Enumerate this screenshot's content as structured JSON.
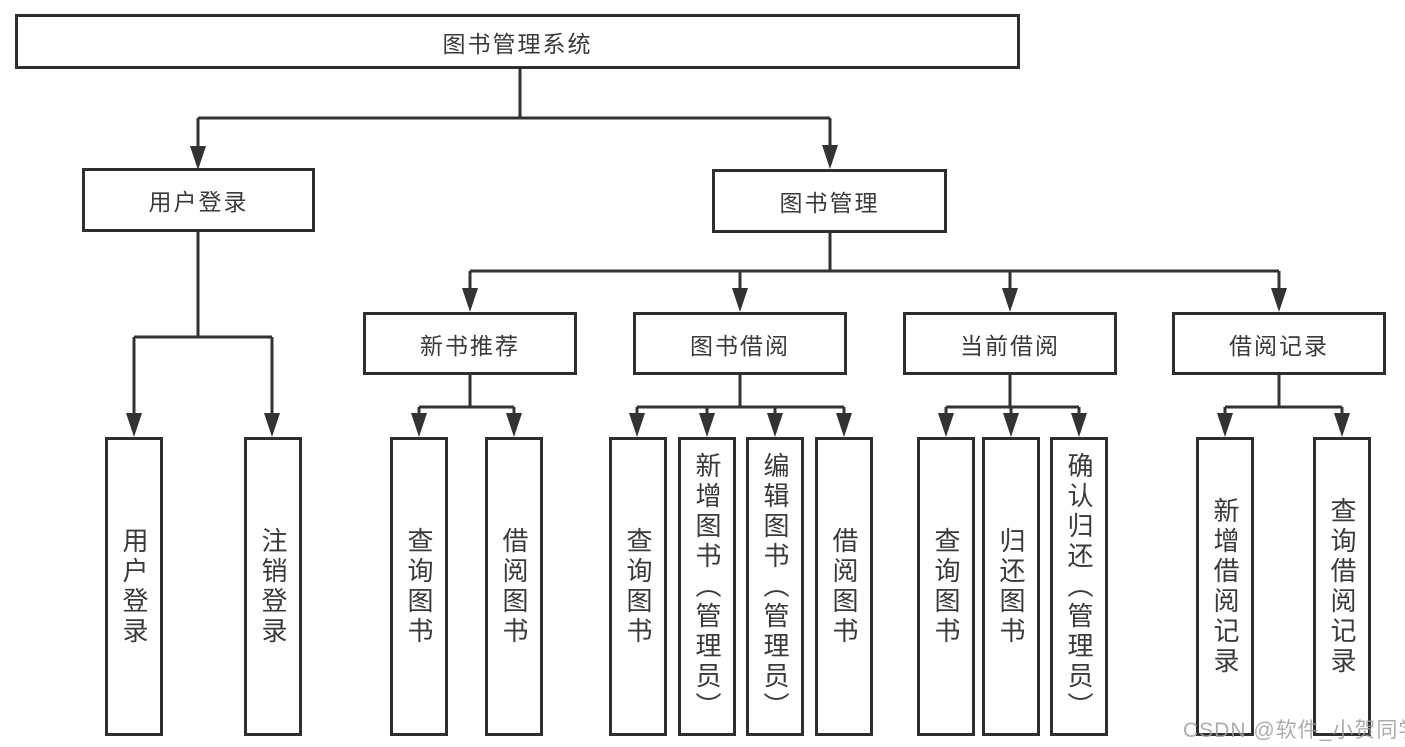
{
  "diagram": {
    "root": {
      "label": "图书管理系统"
    },
    "level2": [
      {
        "label": "用户登录"
      },
      {
        "label": "图书管理"
      }
    ],
    "level3": [
      {
        "label": "新书推荐"
      },
      {
        "label": "图书借阅"
      },
      {
        "label": "当前借阅"
      },
      {
        "label": "借阅记录"
      }
    ],
    "leaves": [
      {
        "label": "用户登录"
      },
      {
        "label": "注销登录"
      },
      {
        "label": "查询图书"
      },
      {
        "label": "借阅图书"
      },
      {
        "label": "查询图书"
      },
      {
        "label": "新增图书（管理员）"
      },
      {
        "label": "编辑图书（管理员）"
      },
      {
        "label": "借阅图书"
      },
      {
        "label": "查询图书"
      },
      {
        "label": "归还图书"
      },
      {
        "label": "确认归还（管理员）"
      },
      {
        "label": "新增借阅记录"
      },
      {
        "label": "查询借阅记录"
      }
    ]
  },
  "watermark": "CSDN @软件_小贺同学",
  "colors": {
    "line": "#333333",
    "border": "#2e2e2e",
    "text": "#3a3a3a",
    "watermark": "#9e9e9e",
    "background": "#ffffff"
  }
}
